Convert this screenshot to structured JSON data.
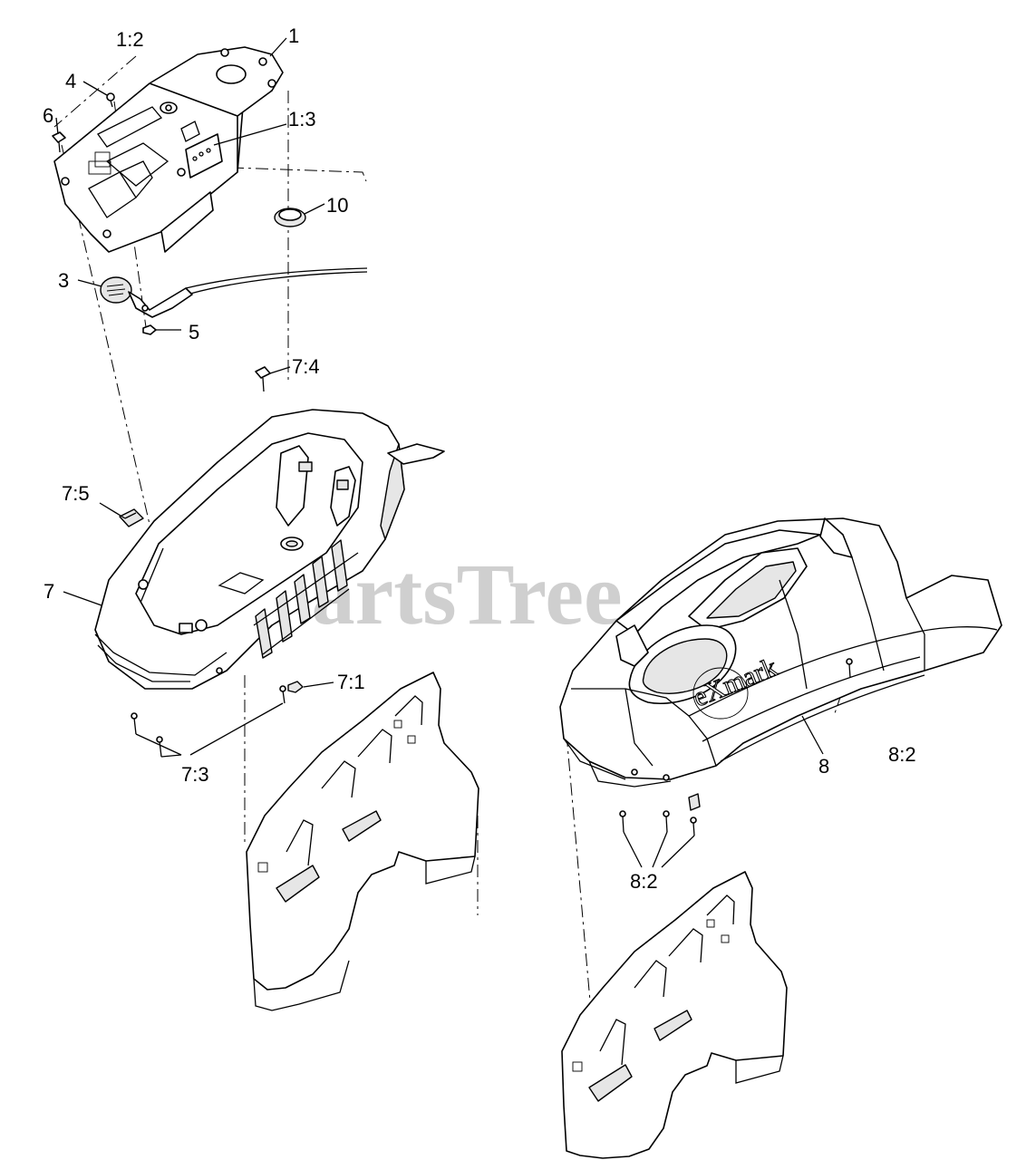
{
  "watermark": "PartsTree",
  "brand_text": "eXmark",
  "callouts": {
    "c1": "1",
    "c1_2": "1:2",
    "c1_3": "1:3",
    "c3": "3",
    "c4": "4",
    "c5": "5",
    "c6": "6",
    "c10": "10",
    "c7": "7",
    "c7_1": "7:1",
    "c7_3": "7:3",
    "c7_4": "7:4",
    "c7_5": "7:5",
    "c8": "8",
    "c8_2_top": "8:2",
    "c8_2_bottom": "8:2"
  }
}
